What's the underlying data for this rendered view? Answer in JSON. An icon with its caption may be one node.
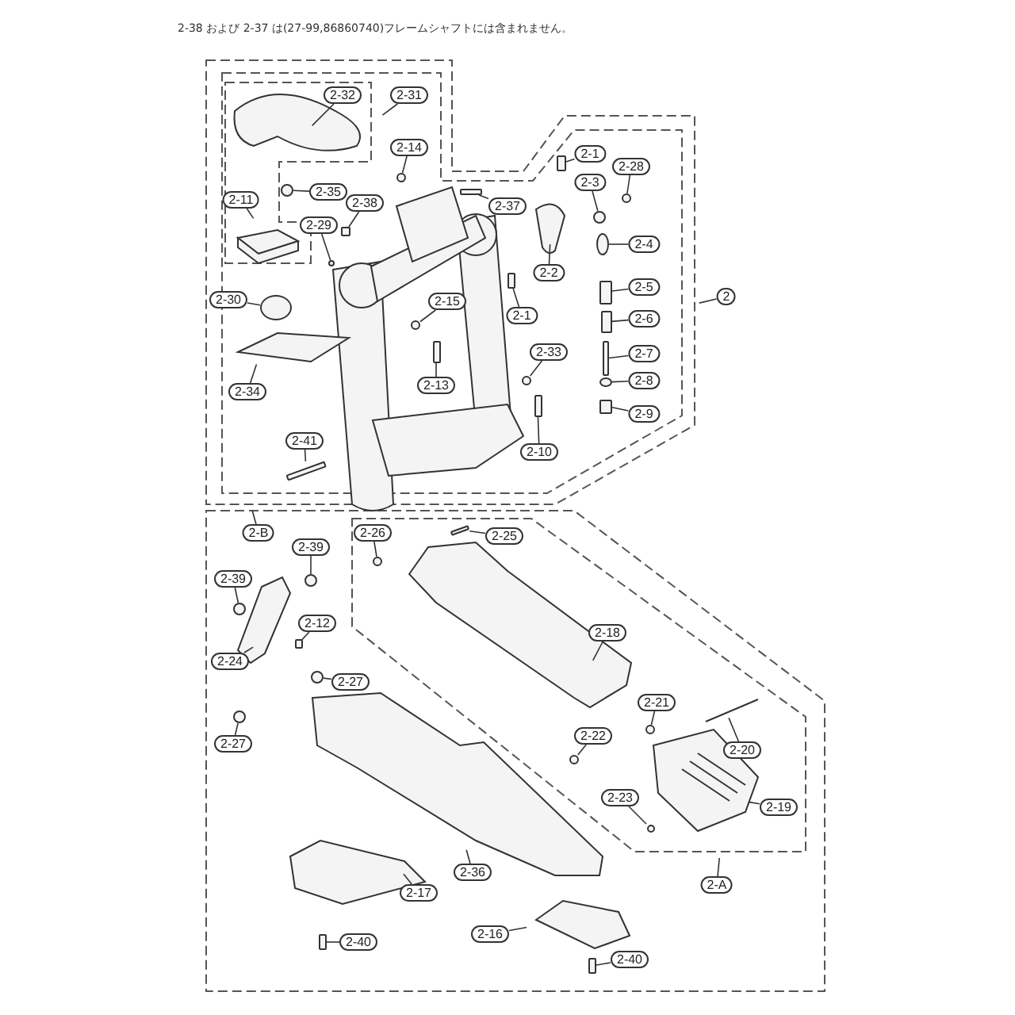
{
  "diagram": {
    "nodes": [
      {
        "text": [
          "2-32"
        ]
      },
      {
        "text": [
          "2-31"
        ]
      },
      {
        "text": [
          "2-14"
        ]
      },
      {
        "text": [
          "2-1"
        ]
      },
      {
        "text": [
          "2-28"
        ]
      },
      {
        "text": [
          "2-35"
        ]
      },
      {
        "text": [
          "2-3"
        ]
      },
      {
        "text": [
          "2-11"
        ]
      },
      {
        "text": [
          "2-38"
        ]
      },
      {
        "text": [
          "2-37"
        ]
      },
      {
        "text": [
          "2-29"
        ]
      },
      {
        "text": [
          "2-4"
        ]
      },
      {
        "text": [
          "2-2"
        ]
      },
      {
        "text": [
          "2-5"
        ]
      },
      {
        "text": [
          "2-30"
        ]
      },
      {
        "text": [
          "2-15"
        ]
      },
      {
        "text": [
          "2"
        ]
      },
      {
        "text": [
          "2-1"
        ]
      },
      {
        "text": [
          "2-6"
        ]
      },
      {
        "text": [
          "2-7"
        ]
      },
      {
        "text": [
          "2-33"
        ]
      },
      {
        "text": [
          "2-8"
        ]
      },
      {
        "text": [
          "2-13"
        ]
      },
      {
        "text": [
          "2-34"
        ]
      },
      {
        "text": [
          "2-9"
        ]
      },
      {
        "text": [
          "2-41"
        ]
      },
      {
        "text": [
          "2-10"
        ]
      },
      {
        "text": [
          "2-B"
        ]
      },
      {
        "text": [
          "2-26"
        ]
      },
      {
        "text": [
          "2-25"
        ]
      },
      {
        "text": [
          "2-39"
        ]
      },
      {
        "text": [
          "2-39"
        ]
      },
      {
        "text": [
          "2-12"
        ]
      },
      {
        "text": [
          "2-18"
        ]
      },
      {
        "text": [
          "2-24"
        ]
      },
      {
        "text": [
          "2-27"
        ]
      },
      {
        "text": [
          "2-21"
        ]
      },
      {
        "text": [
          "2-22"
        ]
      },
      {
        "text": [
          "2-27"
        ]
      },
      {
        "text": [
          "2-20"
        ]
      },
      {
        "text": [
          "2-23"
        ]
      },
      {
        "text": [
          "2-19"
        ]
      },
      {
        "text": [
          "2-36"
        ]
      },
      {
        "text": [
          "2-A"
        ]
      },
      {
        "text": [
          "2-17"
        ]
      },
      {
        "text": [
          "2-16"
        ]
      },
      {
        "text": [
          "2-40"
        ]
      },
      {
        "text": [
          "2-40"
        ]
      },
      {
        "text": [],
        "shape": "box"
      },
      {
        "text": [],
        "shape": "circle"
      },
      {
        "text": [],
        "shape": "box"
      },
      {
        "text": [],
        "shape": "circle"
      },
      {
        "text": [],
        "shape": "circle"
      },
      {
        "text": [],
        "shape": "circle"
      },
      {
        "text": [],
        "shape": "box"
      },
      {
        "text": [],
        "shape": "circle"
      },
      {
        "text": [],
        "shape": "circle"
      },
      {
        "text": [],
        "shape": "box"
      },
      {
        "text": [],
        "shape": "box"
      },
      {
        "text": [],
        "shape": "circle"
      },
      {
        "text": [],
        "shape": "circle"
      },
      {
        "text": [],
        "shape": "box"
      },
      {
        "text": [],
        "shape": "box"
      },
      {
        "text": [],
        "shape": "box"
      },
      {
        "text": [],
        "shape": "circle"
      },
      {
        "text": [],
        "shape": "circle"
      },
      {
        "text": [],
        "shape": "box"
      },
      {
        "text": [],
        "shape": "box"
      },
      {
        "text": [],
        "shape": "box"
      },
      {
        "text": [],
        "shape": "box"
      },
      {
        "text": [],
        "shape": "circle"
      },
      {
        "text": [],
        "shape": "circle"
      },
      {
        "text": [],
        "shape": "circle"
      },
      {
        "text": [],
        "shape": "box"
      },
      {
        "text": [],
        "shape": "circle"
      },
      {
        "text": [],
        "shape": "circle"
      },
      {
        "text": [],
        "shape": "circle"
      },
      {
        "text": [],
        "shape": "circle"
      },
      {
        "text": [],
        "shape": "circle"
      },
      {
        "text": [],
        "shape": "box"
      },
      {
        "text": [],
        "shape": "box"
      }
    ],
    "edges": [
      {
        "from": 0,
        "to": null,
        "arrow": "none"
      },
      {
        "from": 1,
        "to": null,
        "arrow": "none"
      },
      {
        "from": 2,
        "to": 49,
        "arrow": "none"
      },
      {
        "from": 3,
        "to": 48,
        "arrow": "none"
      },
      {
        "from": 4,
        "to": 52,
        "arrow": "none"
      },
      {
        "from": 5,
        "to": 51,
        "arrow": "none"
      },
      {
        "from": 6,
        "to": 53,
        "arrow": "none"
      },
      {
        "from": 7,
        "to": null,
        "arrow": "none"
      },
      {
        "from": 8,
        "to": 54,
        "arrow": "none"
      },
      {
        "from": 9,
        "to": 50,
        "arrow": "none"
      },
      {
        "from": 10,
        "to": 56,
        "arrow": "none"
      },
      {
        "from": 11,
        "to": 55,
        "arrow": "none"
      },
      {
        "from": 12,
        "to": null,
        "arrow": "none"
      },
      {
        "from": 13,
        "to": 58,
        "arrow": "none"
      },
      {
        "from": 14,
        "to": 59,
        "arrow": "none"
      },
      {
        "from": 15,
        "to": 60,
        "arrow": "none"
      },
      {
        "from": 16,
        "to": null,
        "arrow": "none"
      },
      {
        "from": 17,
        "to": 57,
        "arrow": "none"
      },
      {
        "from": 18,
        "to": 61,
        "arrow": "none"
      },
      {
        "from": 19,
        "to": 63,
        "arrow": "none"
      },
      {
        "from": 20,
        "to": 64,
        "arrow": "none"
      },
      {
        "from": 21,
        "to": 65,
        "arrow": "none"
      },
      {
        "from": 22,
        "to": 62,
        "arrow": "none"
      },
      {
        "from": 23,
        "to": null,
        "arrow": "none"
      },
      {
        "from": 24,
        "to": 66,
        "arrow": "none"
      },
      {
        "from": 25,
        "to": 68,
        "arrow": "none"
      },
      {
        "from": 26,
        "to": 67,
        "arrow": "none"
      },
      {
        "from": 27,
        "to": null,
        "arrow": "none"
      },
      {
        "from": 28,
        "to": 70,
        "arrow": "none"
      },
      {
        "from": 29,
        "to": 69,
        "arrow": "none"
      },
      {
        "from": 30,
        "to": 71,
        "arrow": "none"
      },
      {
        "from": 31,
        "to": 72,
        "arrow": "none"
      },
      {
        "from": 32,
        "to": 73,
        "arrow": "none"
      },
      {
        "from": 33,
        "to": null,
        "arrow": "none"
      },
      {
        "from": 34,
        "to": null,
        "arrow": "none"
      },
      {
        "from": 35,
        "to": 74,
        "arrow": "none"
      },
      {
        "from": 36,
        "to": 76,
        "arrow": "none"
      },
      {
        "from": 37,
        "to": 77,
        "arrow": "none"
      },
      {
        "from": 38,
        "to": 75,
        "arrow": "none"
      },
      {
        "from": 39,
        "to": null,
        "arrow": "none"
      },
      {
        "from": 40,
        "to": 78,
        "arrow": "none"
      },
      {
        "from": 41,
        "to": null,
        "arrow": "none"
      },
      {
        "from": 42,
        "to": null,
        "arrow": "none"
      },
      {
        "from": 43,
        "to": null,
        "arrow": "none"
      },
      {
        "from": 44,
        "to": null,
        "arrow": "none"
      },
      {
        "from": 45,
        "to": null,
        "arrow": "none"
      },
      {
        "from": 46,
        "to": 79,
        "arrow": "none"
      },
      {
        "from": 47,
        "to": 80,
        "arrow": "none"
      }
    ],
    "labels": [
      "2-38 および 2-37 は(27-99,86860740)フレームシャフトには含まれません。"
    ]
  }
}
